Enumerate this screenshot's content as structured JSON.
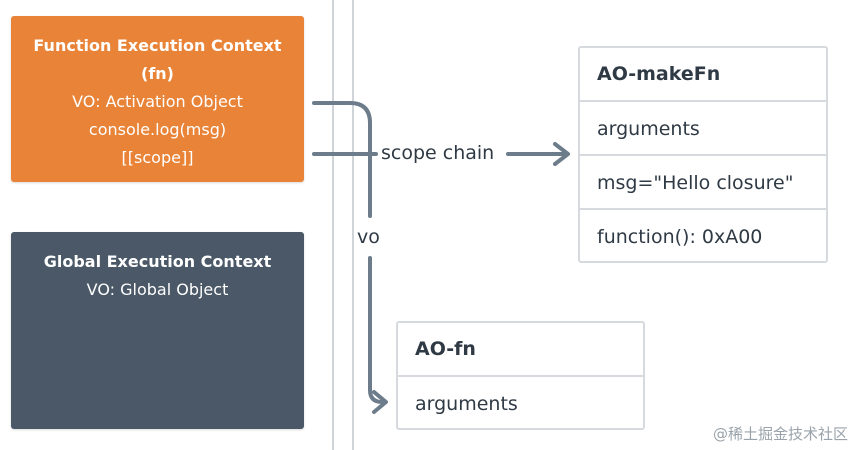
{
  "function_context": {
    "title": "Function Execution Context",
    "name": "(fn)",
    "vo": "VO: Activation Object",
    "code": "console.log(msg)",
    "scope": "[[scope]]",
    "color": "#e88337"
  },
  "global_context": {
    "title": "Global Execution Context",
    "vo": "VO: Global Object",
    "color": "#4a5867"
  },
  "ao_makefn": {
    "title": "AO-makeFn",
    "rows": [
      "arguments",
      "msg=\"Hello closure\"",
      "function(): 0xA00"
    ]
  },
  "ao_fn": {
    "title": "AO-fn",
    "rows": [
      "arguments"
    ]
  },
  "labels": {
    "scope_chain": "scope chain",
    "vo": "vo"
  },
  "watermark": "@稀土掘金技术社区",
  "arrow_color": "#6d7c8a"
}
